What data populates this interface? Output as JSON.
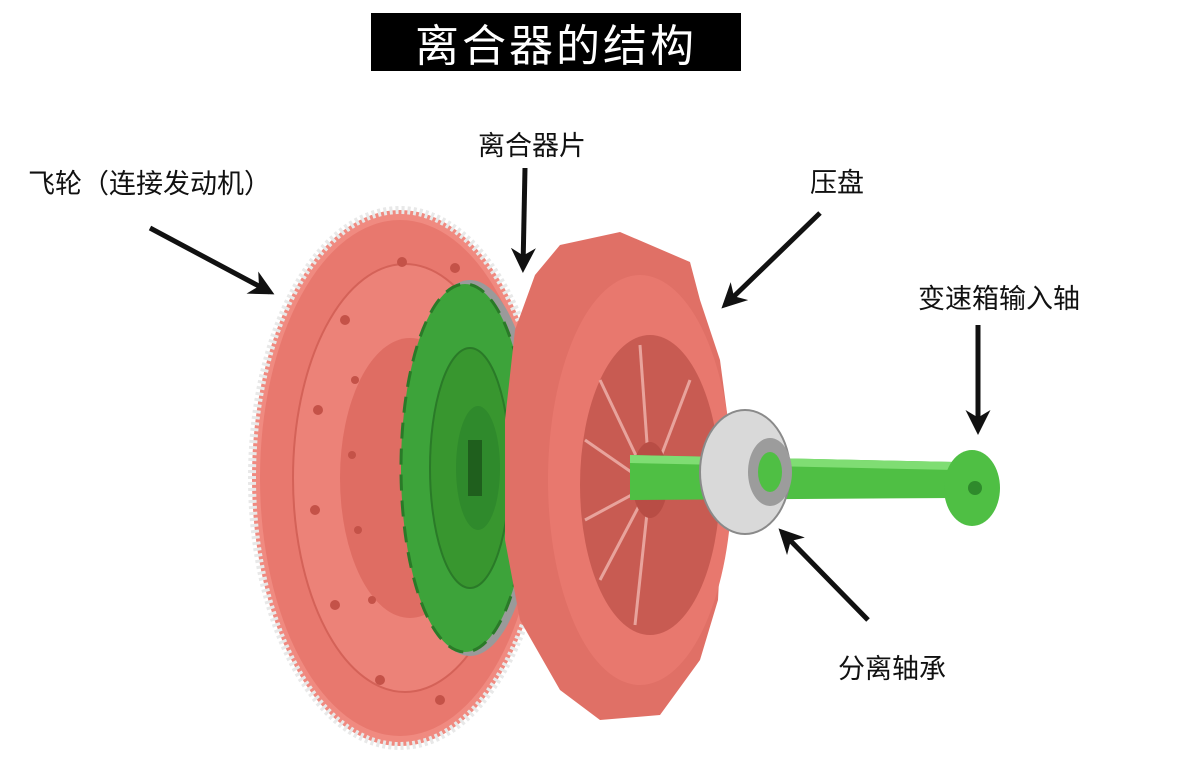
{
  "title": "离合器的结构",
  "labels": {
    "flywheel": "飞轮（连接发动机）",
    "clutch_disc": "离合器片",
    "pressure_plate": "压盘",
    "input_shaft": "变速箱输入轴",
    "release_bearing": "分离轴承"
  },
  "colors": {
    "flywheel": "#e8786e",
    "pressure_plate": "#e07066",
    "clutch_disc": "#3da33a",
    "input_shaft": "#4fbf44",
    "bearing": "#d9d9d9",
    "arrow": "#111111",
    "title_bg": "#000000",
    "title_text": "#ffffff"
  }
}
